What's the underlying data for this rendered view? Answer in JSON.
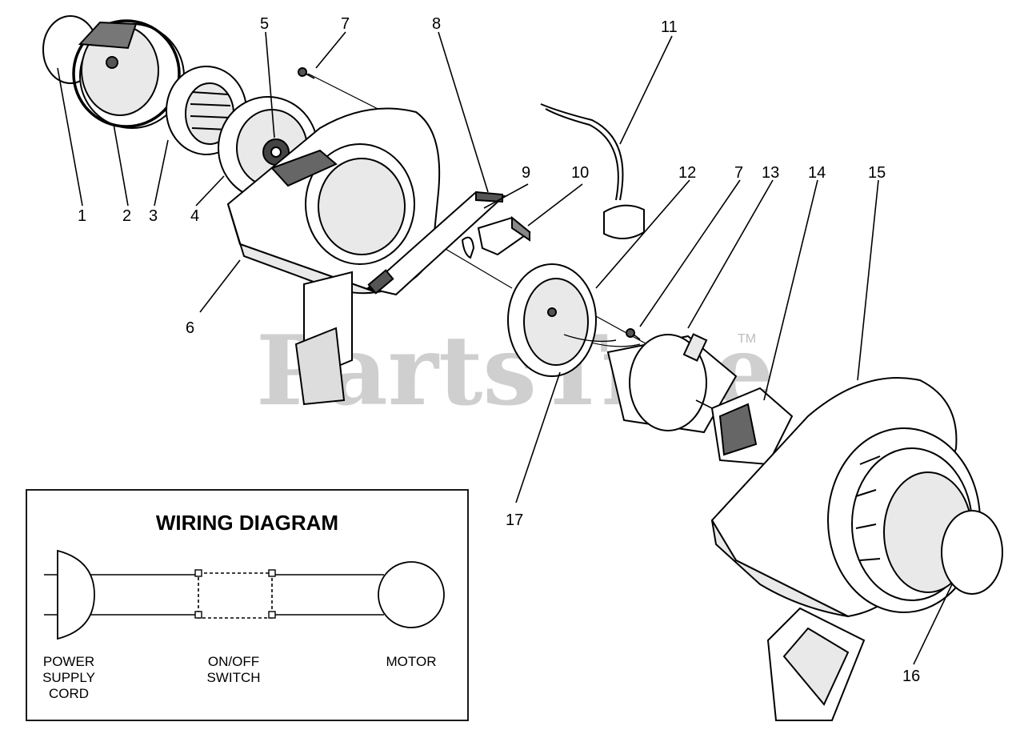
{
  "callouts": [
    "1",
    "2",
    "3",
    "4",
    "5",
    "6",
    "7",
    "8",
    "9",
    "10",
    "11",
    "12",
    "7",
    "13",
    "14",
    "15",
    "16",
    "17"
  ],
  "watermark": {
    "text": "PartsTree",
    "trademark": "TM"
  },
  "wiring_diagram": {
    "title": "WIRING DIAGRAM",
    "power_cord_lines": [
      "POWER",
      "SUPPLY",
      "CORD"
    ],
    "switch_lines": [
      "ON/OFF",
      "SWITCH"
    ],
    "motor_label": "MOTOR"
  }
}
